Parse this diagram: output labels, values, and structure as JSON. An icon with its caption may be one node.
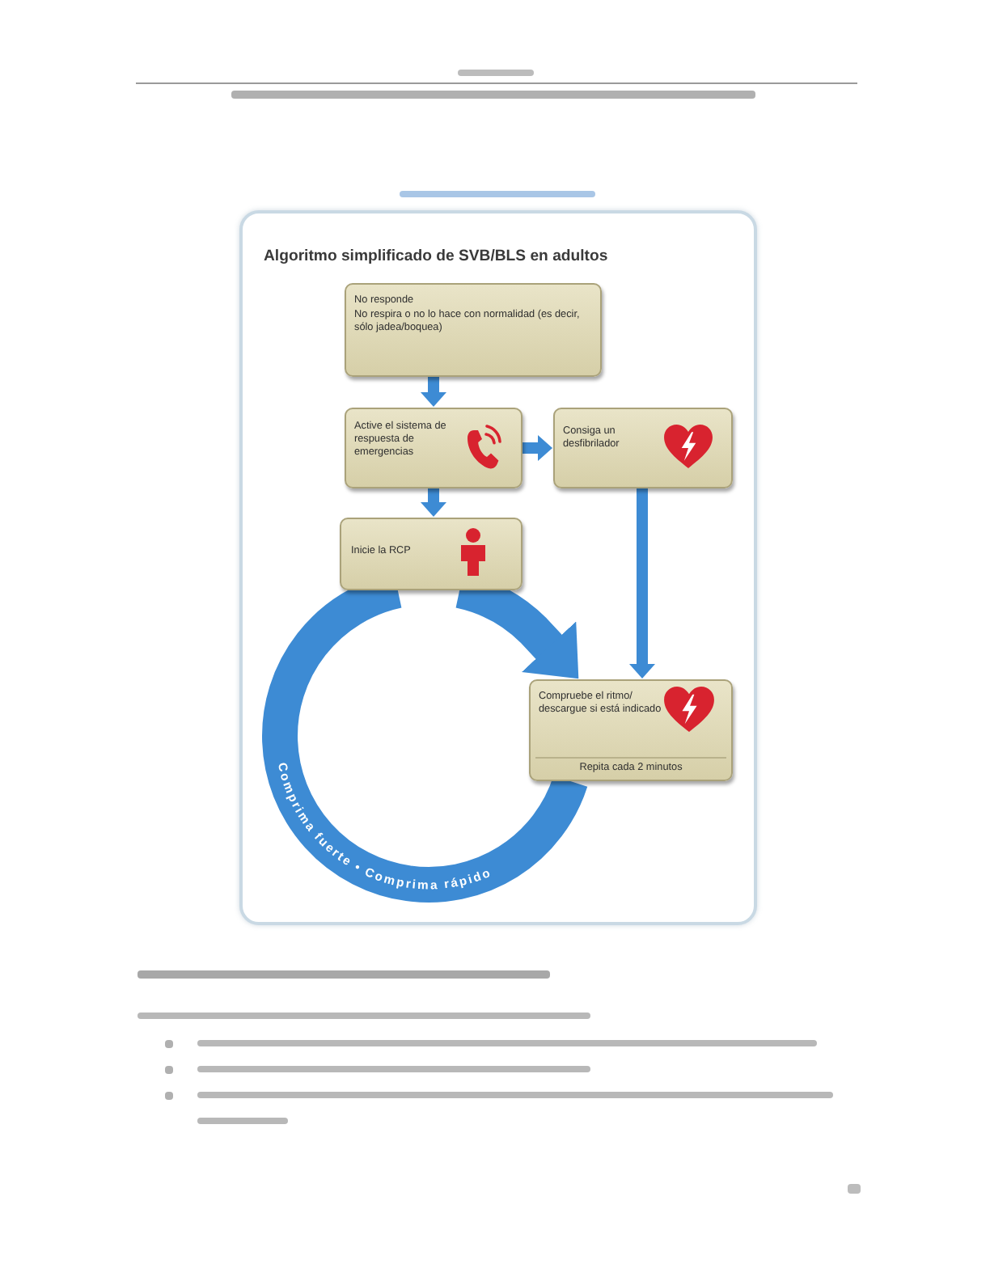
{
  "diagram": {
    "nodes": [
      {
        "text": [
          "Algoritmo simplificado de SVB/BLS en adultos"
        ]
      },
      {
        "text": [
          "No responde",
          "No respira o no lo hace con normalidad (es decir, sólo jadea/boquea)"
        ],
        "in": 0
      },
      {
        "text": [
          "Active el sistema de respuesta de emergencias"
        ],
        "in": 0
      },
      {
        "text": [
          "Consiga un desfibrilador"
        ],
        "in": 0
      },
      {
        "text": [
          "Inicie la RCP"
        ],
        "in": 0
      },
      {
        "text": [
          "Compruebe el ritmo/ descargue si está indicado",
          "Repita cada 2 minutos"
        ],
        "in": 0
      }
    ],
    "edges": [
      {
        "from": 1,
        "to": 2,
        "arrow": "to"
      },
      {
        "from": 2,
        "to": 3,
        "arrow": "to"
      },
      {
        "from": 2,
        "to": 4,
        "arrow": "to"
      },
      {
        "from": 3,
        "to": 5,
        "arrow": "to"
      },
      {
        "from": 5,
        "to": 4,
        "arrow": "none",
        "label": "Comprima fuerte • Comprima rápido",
        "style": "thick"
      },
      {
        "from": 4,
        "to": 5,
        "arrow": "to",
        "style": "thick"
      }
    ]
  }
}
